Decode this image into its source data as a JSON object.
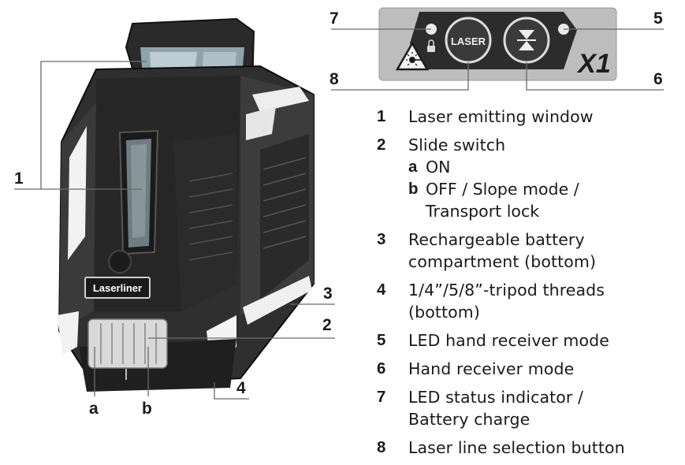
{
  "device": {
    "brand": "Laserliner",
    "panel_button_label": "LASER",
    "panel_model": "X1"
  },
  "callouts": {
    "c1": "1",
    "c2": "2",
    "c3": "3",
    "c4": "4",
    "c5": "5",
    "c6": "6",
    "c7": "7",
    "c8": "8",
    "ca": "a",
    "cb": "b"
  },
  "legend": [
    {
      "num": "1",
      "text": "Laser emitting window"
    },
    {
      "num": "2",
      "text": "Slide switch",
      "sub": [
        {
          "key": "a",
          "text": "ON"
        },
        {
          "key": "b",
          "text": "OFF / Slope mode /\nTransport lock"
        }
      ]
    },
    {
      "num": "3",
      "text": "Rechargeable battery\ncompartment (bottom)"
    },
    {
      "num": "4",
      "text": "1/4”/5/8”-tripod threads\n(bottom)"
    },
    {
      "num": "5",
      "text": "LED hand receiver mode"
    },
    {
      "num": "6",
      "text": "Hand receiver mode"
    },
    {
      "num": "7",
      "text": "LED status indicator /\nBattery charge"
    },
    {
      "num": "8",
      "text": "Laser line selection button"
    }
  ]
}
